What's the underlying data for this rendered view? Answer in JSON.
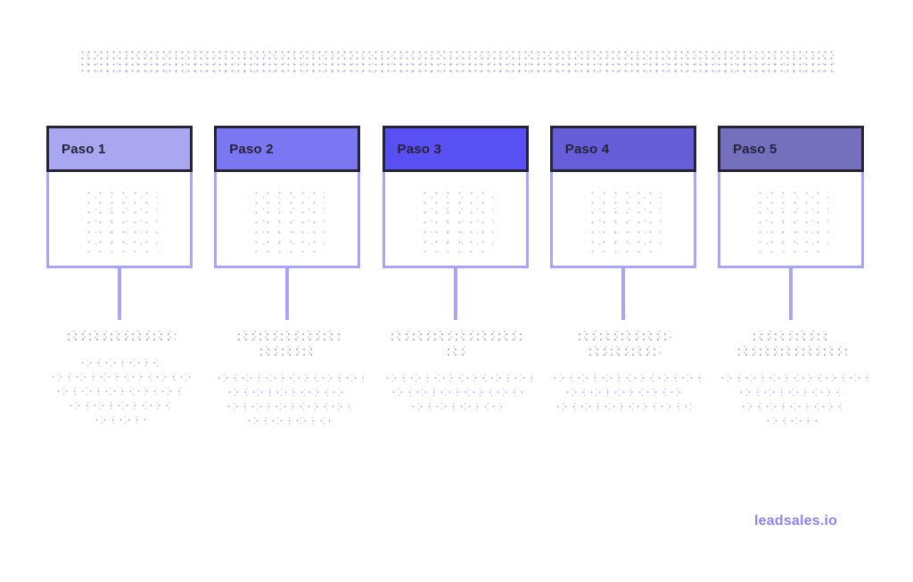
{
  "colors": {
    "background": "#ffffff",
    "header_border": "#262338",
    "box_border": "#a8a4f8",
    "connector": "#a8a4f8",
    "logo": "#8a84f2",
    "ghost_text": "#615cc1"
  },
  "title_ghost": {
    "legible": false,
    "line_widths": [
      848
    ]
  },
  "steps": [
    {
      "label": "Paso 1",
      "header_color": "#a9a7f0",
      "icon": "faded-illegible-icon",
      "ghost_heading_widths": [
        125
      ],
      "ghost_body_widths": [
        95,
        160,
        148,
        120,
        62
      ]
    },
    {
      "label": "Paso 2",
      "header_color": "#7b76f2",
      "icon": "faded-illegible-icon",
      "ghost_heading_widths": [
        118,
        68
      ],
      "ghost_body_widths": [
        168,
        140,
        142,
        96
      ]
    },
    {
      "label": "Paso 3",
      "header_color": "#5950f4",
      "icon": "faded-illegible-icon",
      "ghost_heading_widths": [
        152,
        26
      ],
      "ghost_body_widths": [
        168,
        150,
        106
      ]
    },
    {
      "label": "Paso 4",
      "header_color": "#655ed8",
      "icon": "faded-illegible-icon",
      "ghost_heading_widths": [
        108,
        84
      ],
      "ghost_body_widths": [
        172,
        136,
        158
      ]
    },
    {
      "label": "Paso 5",
      "header_color": "#7470bd",
      "icon": "faded-illegible-icon",
      "ghost_heading_widths": [
        92,
        126
      ],
      "ghost_body_widths": [
        170,
        122,
        118,
        62
      ]
    }
  ],
  "footer": {
    "logo_text": "leadsales.io"
  }
}
